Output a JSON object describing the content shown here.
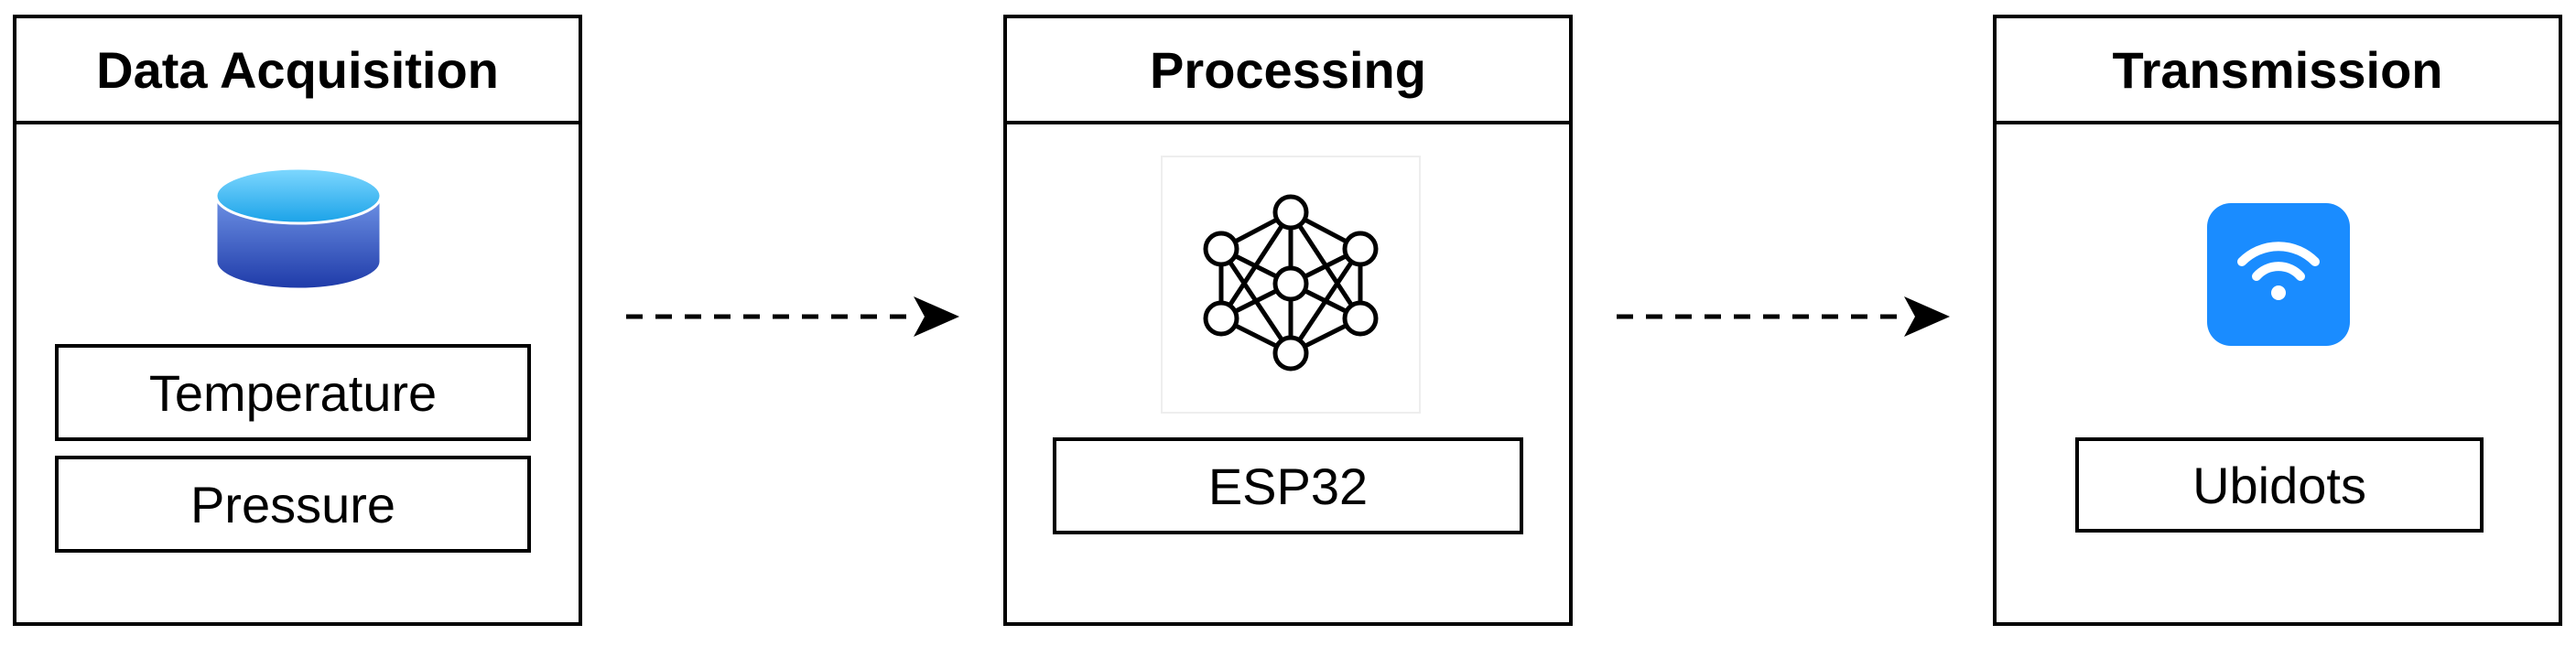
{
  "stages": [
    {
      "title": "Data Acquisition",
      "icon": "database-icon",
      "items": [
        "Temperature",
        "Pressure"
      ]
    },
    {
      "title": "Processing",
      "icon": "neural-network-icon",
      "items": [
        "ESP32"
      ]
    },
    {
      "title": "Transmission",
      "icon": "wifi-icon",
      "items": [
        "Ubidots"
      ]
    }
  ],
  "colors": {
    "database_top": "#4fc3f7",
    "database_body": "#2a49b8",
    "wifi_background": "#1a8cff"
  }
}
